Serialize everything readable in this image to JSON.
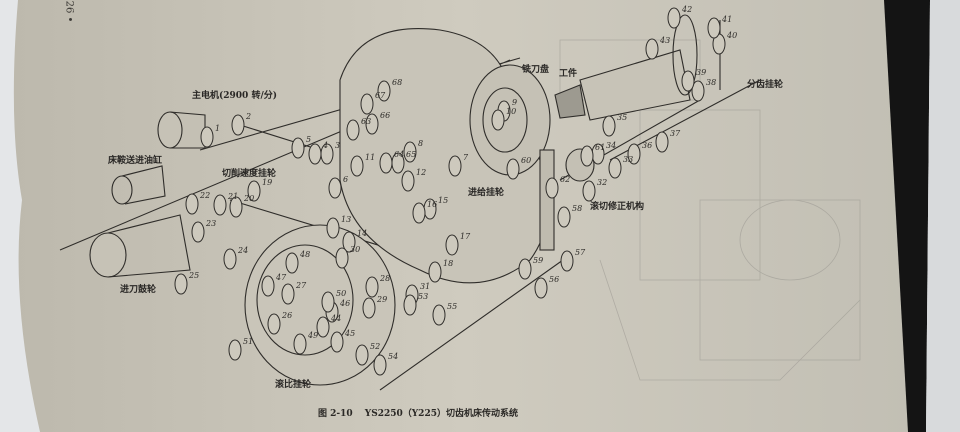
{
  "page_number": "26 •",
  "caption": "图 2-10　 YS2250（Y225）切齿机床传动系统",
  "labels": {
    "main_motor": "主电机(2900 转/分)",
    "saddle_feed_cylinder": "床鞍送进油缸",
    "cutting_speed_change_gears": "切削速度挂轮",
    "cutter_head": "铣刀盘",
    "workpiece": "工件",
    "feed_change_gears": "进给挂轮",
    "indexing_change_gears": "分齿挂轮",
    "generating_correction_mechanism": "滚切修正机构",
    "feed_drum": "进刀鼓轮",
    "roll_ratio_change_gears": "滚比挂轮"
  },
  "part_numbers": [
    "1",
    "2",
    "3",
    "4",
    "5",
    "6",
    "7",
    "8",
    "9",
    "10",
    "11",
    "12",
    "13",
    "14",
    "15",
    "16",
    "17",
    "18",
    "19",
    "20",
    "21",
    "22",
    "23",
    "24",
    "25",
    "26",
    "27",
    "28",
    "29",
    "30",
    "31",
    "32",
    "33",
    "34",
    "35",
    "36",
    "37",
    "38",
    "39",
    "40",
    "41",
    "42",
    "43",
    "44",
    "45",
    "46",
    "47",
    "48",
    "49",
    "50",
    "51",
    "52",
    "53",
    "54",
    "55",
    "56",
    "57",
    "58",
    "59",
    "60",
    "61",
    "62",
    "63",
    "64",
    "65",
    "66",
    "67",
    "68"
  ]
}
